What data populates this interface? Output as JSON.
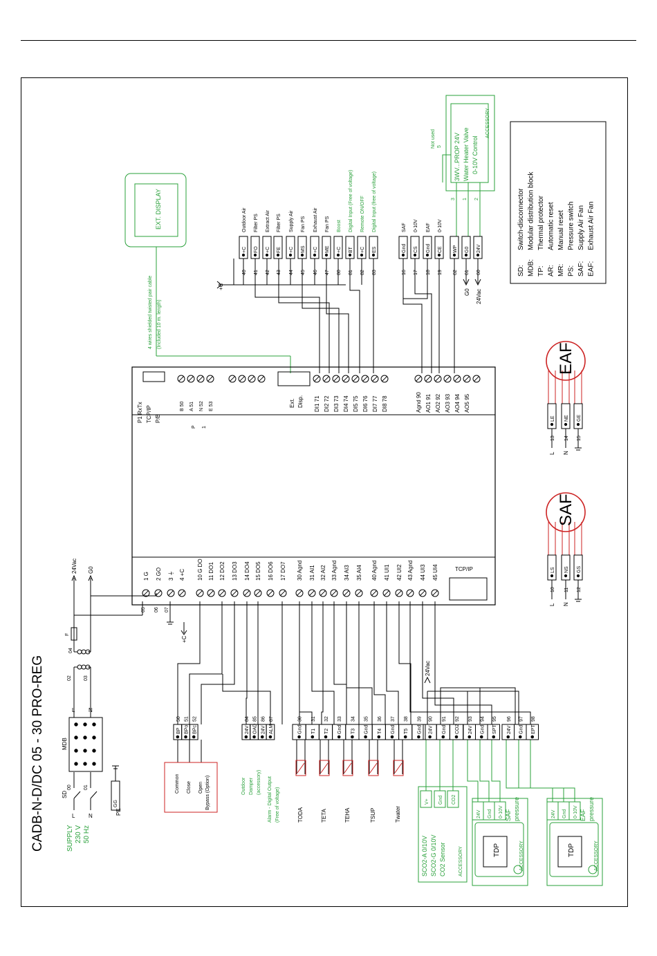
{
  "title": "CADB-N-D/DC 05 - 30 PRO-REG",
  "supply": [
    "SUPPLY",
    "230 V",
    "50 Hz"
  ],
  "supply_labels": {
    "l": "L",
    "n": "N",
    "pe": "PE",
    "sd": "SD",
    "mdb": "MDB",
    "gg": "GG",
    "f": "F"
  },
  "supply_nums": [
    "00",
    "01",
    "02",
    "03",
    "04",
    "05",
    "06",
    "07"
  ],
  "main_supply_out": [
    "24Vac",
    "G0",
    "+C"
  ],
  "ext_display": {
    "label": "EXT. DISPLAY",
    "cable": [
      "4 wires shielded twisted pair cable",
      "(Included 10 m. length)"
    ],
    "port": [
      "Ext.",
      "Disp."
    ]
  },
  "ctrl_top_labels": [
    "P1 RxTx",
    "TCP/IP",
    "P/B"
  ],
  "bus_terms": [
    "B 50",
    "A 51",
    "N 52",
    "E 53"
  ],
  "bus_side": [
    "P",
    "1"
  ],
  "di_terms": [
    "DI1 71",
    "DI2 72",
    "DI3 73",
    "DI4 74",
    "DI5 75",
    "DI6 76",
    "DI7 77",
    "DI8 78"
  ],
  "ao_terms": [
    "Agnd 90",
    "AO1 91",
    "AO2 92",
    "AO3 93",
    "AO4 94",
    "AO5 95"
  ],
  "left_terms": [
    "1 G",
    "2 GO",
    "3 ⏚",
    "4 +C",
    "10 G DO",
    "11 DO1",
    "12 DO2",
    "13 DO3",
    "14 DO4",
    "15 DO5",
    "16 DO6",
    "17 DO7",
    "30 Agnd",
    "31 AI1",
    "32 AI2",
    "33 Agnd",
    "34 AI3",
    "35 AI4",
    "40 Agnd",
    "41 UI1",
    "42 UI2",
    "43 Agnd",
    "44 UI3",
    "45 UI4"
  ],
  "ctrl_tcp": "TCP/IP",
  "right_inputs": [
    {
      "num": "40",
      "term": "+C",
      "label": "Outdoor Air"
    },
    {
      "num": "41",
      "term": "FO",
      "label": "Filter PS"
    },
    {
      "num": "42",
      "term": "+C",
      "label": "Extract Air"
    },
    {
      "num": "43",
      "term": "FE",
      "label": "Filter PS"
    },
    {
      "num": "44",
      "term": "+C",
      "label": "Supply Air"
    },
    {
      "num": "45",
      "term": "MS",
      "label": "Fan PS"
    },
    {
      "num": "46",
      "term": "+C",
      "label": "Exhaust Air"
    },
    {
      "num": "47",
      "term": "ME",
      "label": "Fan PS"
    },
    {
      "num": "80",
      "term": "+C",
      "label": "Boost"
    },
    {
      "num": "81",
      "term": "BT",
      "label": "Digital Input (Free of voltage)"
    },
    {
      "num": "82",
      "term": "+C",
      "label": "Remote ON/OFF"
    },
    {
      "num": "83",
      "term": "ES",
      "label": "Digital Input (free of voltage)"
    },
    {
      "num": "16",
      "term": "Gnd",
      "label": "SAF"
    },
    {
      "num": "17",
      "term": "CS",
      "label": "0-10V"
    },
    {
      "num": "18",
      "term": "Gnd",
      "label": "EAF"
    },
    {
      "num": "19",
      "term": "CE",
      "label": "0-10V"
    },
    {
      "num": "62",
      "term": "WP",
      "label": ""
    },
    {
      "num": "61",
      "term": "G0",
      "label": ""
    },
    {
      "num": "60",
      "term": "24V",
      "label": ""
    }
  ],
  "plus_c": "+C",
  "g0": "G0",
  "v24ac": "24Vac",
  "valve": {
    "accessory": "ACCESSORY",
    "line1": "3WV...PROP 24V",
    "line2": "Water Heater Valve",
    "line3": "0-10V Control",
    "not_used": "Not used",
    "pins": [
      "5",
      "3",
      "1",
      "2"
    ]
  },
  "legend": [
    {
      "abbr": "SD:",
      "text": "Switch-disconnector"
    },
    {
      "abbr": "MDB:",
      "text": "Modular distribution block"
    },
    {
      "abbr": "TP:",
      "text": "Thermal protector"
    },
    {
      "abbr": "AR:",
      "text": "Automatic reset"
    },
    {
      "abbr": "MR:",
      "text": "Manual reset"
    },
    {
      "abbr": "PS:",
      "text": "Pressure switch"
    },
    {
      "abbr": "SAF:",
      "text": "Supply Air Fan"
    },
    {
      "abbr": "EAF:",
      "text": "Exhaust Air Fan"
    }
  ],
  "eaf": {
    "label": "EAF",
    "nums": [
      "13",
      "14",
      "15"
    ],
    "terms": [
      "LE",
      "NE",
      "GE"
    ],
    "lines": [
      "L",
      "N",
      "⏚"
    ]
  },
  "saf": {
    "label": "SAF",
    "nums": [
      "10",
      "11",
      "12"
    ],
    "terms": [
      "LS",
      "NS",
      "GS"
    ],
    "lines": [
      "L",
      "N",
      "⏚"
    ]
  },
  "bypass": {
    "nums": [
      "50",
      "51",
      "52"
    ],
    "terms": [
      "BP",
      "BPo",
      "BPc"
    ],
    "labels": [
      "Common",
      "Close",
      "Open"
    ],
    "title": "Bypass (Option)"
  },
  "damper": {
    "nums": [
      "84",
      "85",
      "86",
      "87"
    ],
    "terms": [
      "24V",
      "OAD",
      "24V",
      "ALM"
    ],
    "l1": [
      "Outdoor",
      "Damper",
      "(accessory)"
    ],
    "l2": [
      "Alarm - Digital Output",
      "(Free of voltage)"
    ]
  },
  "sensors": {
    "nums": [
      "30",
      "31",
      "32",
      "33",
      "34",
      "35",
      "36",
      "37",
      "38",
      "39"
    ],
    "terms": [
      "Gnd",
      "T1",
      "T2",
      "Gnd",
      "T3",
      "Gnd",
      "T4",
      "Gnd",
      "T5",
      "Gnd"
    ],
    "names": [
      "TODA",
      "TETA",
      "TEHA",
      "TSUP",
      "Twater"
    ]
  },
  "co2": {
    "nums": [
      "90",
      "91",
      "92"
    ],
    "terms": [
      "24V",
      "Gnd",
      "CO2"
    ],
    "pins": [
      "V+",
      "Gnd",
      "CO2"
    ],
    "lines": [
      "SCO2-A  0/10V",
      "SCO2-G 0/10V",
      "CO2 Sensor"
    ],
    "accessory": "ACCESSORY",
    "v24": "24Vac"
  },
  "saf_tdp": {
    "nums": [
      "93",
      "94",
      "95"
    ],
    "terms": [
      "24V",
      "Gnd",
      "SPT"
    ],
    "pins": [
      "24V",
      "Gnd",
      "0-10V"
    ],
    "tdp": "TDP",
    "l1": "SAF",
    "l2": "pressure",
    "accessory": "ACCESSORY"
  },
  "eaf_tdp": {
    "nums": [
      "96",
      "97",
      "98"
    ],
    "terms": [
      "24V",
      "Gnd",
      "EPT"
    ],
    "pins": [
      "24V",
      "Gnd",
      "0-10V"
    ],
    "tdp": "TDP",
    "l1": "EAF",
    "l2": "pressure",
    "accessory": "ACCESSORY"
  },
  "colors": {
    "green": "#29a03a",
    "red": "#cc2222",
    "black": "#000000"
  }
}
